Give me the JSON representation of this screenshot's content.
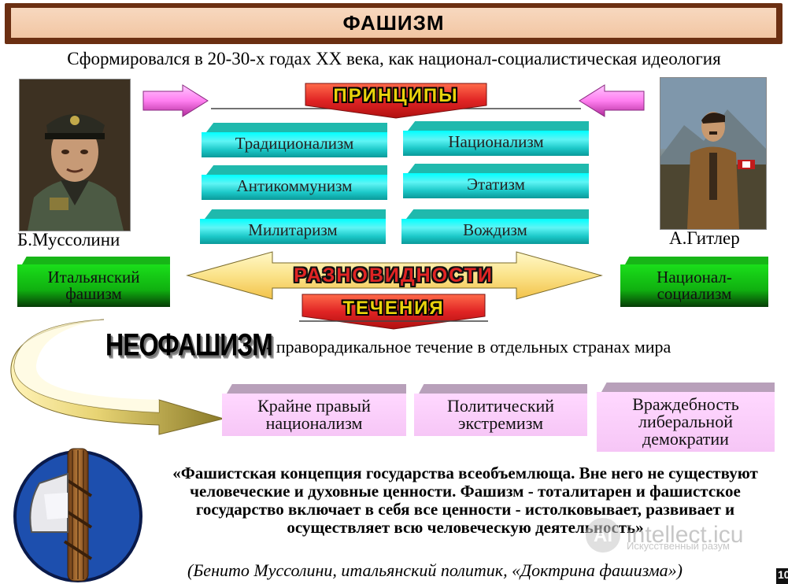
{
  "title": "ФАШИЗМ",
  "subtitle": "Сформировался в 20-30-х годах XX века, как национал-социалистическая идеология",
  "portraits": {
    "left_caption": "Б.Муссолини",
    "right_caption": "А.Гитлер"
  },
  "principles": {
    "header": "ПРИНЦИПЫ",
    "items": [
      "Традиционализм",
      "Национализм",
      "Антикоммунизм",
      "Этатизм",
      "Милитаризм",
      "Вождизм"
    ]
  },
  "varieties": {
    "header": "РАЗНОВИДНОСТИ",
    "left": "Итальянский фашизм",
    "right": "Национал-социализм"
  },
  "currents": {
    "header": "ТЕЧЕНИЯ",
    "neofascism_label": "НЕОФАШИЗМ",
    "neofascism_desc": "- праворадикальное течение в отдельных странах мира",
    "traits": [
      "Крайне правый национализм",
      "Политический экстремизм",
      "Враждебность либеральной демократии"
    ]
  },
  "quote": {
    "text": "«Фашистская концепция государства всеобъемлюща. Вне него не существуют человеческие и духовные ценности. Фашизм - тоталитарен и фашистское государство включает в себя все ценности - истолковывает, развивает и осуществляет всю человеческую деятельность»",
    "attribution": "(Бенито Муссолини, итальянский политик, «Доктрина фашизма»)"
  },
  "watermark": {
    "text": "intellect.icu",
    "sub": "Искусственный разум"
  },
  "page_number": "10",
  "colors": {
    "title_frame": "#6b2f12",
    "title_fill": "#f5cfb2",
    "principle_box": "#00e5e5",
    "variety_box": "#10b010",
    "trait_box": "#ffd8ff",
    "banner_fill": "#e02424",
    "banner_text": "#e9d20c"
  }
}
